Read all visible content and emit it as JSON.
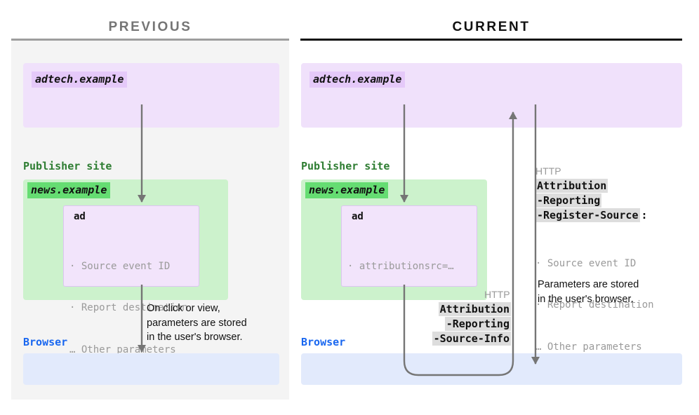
{
  "columns": {
    "previous": {
      "title": "PREVIOUS",
      "rule_color": "#9e9e9e",
      "title_color": "#757575"
    },
    "current": {
      "title": "CURRENT",
      "rule_color": "#0d0d0d",
      "title_color": "#111111"
    }
  },
  "palette": {
    "panel_bg": "#f4f4f4",
    "purple_band": "#f0e1fb",
    "purple_chip": "#e5c9f9",
    "green_band": "#ccf2cc",
    "green_chip": "#65dd72",
    "green_label": "#2e7d32",
    "blue_band": "#e2eafc",
    "blue_label": "#1967f0",
    "arrow": "#757575",
    "header_highlight": "#dddddd",
    "muted_text": "#9a9a9a"
  },
  "previous": {
    "adtech_chip": "adtech.example",
    "publisher_label": "Publisher site",
    "news_chip": "news.example",
    "ad_title": "ad",
    "ad_params": [
      "· Source event ID",
      "· Report destination",
      "… Other parameters"
    ],
    "browser_label": "Browser",
    "note": "On click or view,\nparameters are stored\nin the user's browser."
  },
  "current": {
    "adtech_chip": "adtech.example",
    "publisher_label": "Publisher site",
    "news_chip": "news.example",
    "ad_title": "ad",
    "ad_params": [
      "· attributionsrc=…"
    ],
    "browser_label": "Browser",
    "request_header": {
      "protocol": "HTTP",
      "lines": [
        "Attribution",
        "-Reporting",
        "-Source-Info"
      ]
    },
    "response_header": {
      "protocol": "HTTP",
      "lines": [
        "Attribution",
        "-Reporting",
        "-Register-Source"
      ],
      "colon": ":",
      "params": [
        "· Source event ID",
        "· Report destination",
        "… Other parameters"
      ]
    },
    "note": "Parameters are stored\nin the user's browser."
  }
}
